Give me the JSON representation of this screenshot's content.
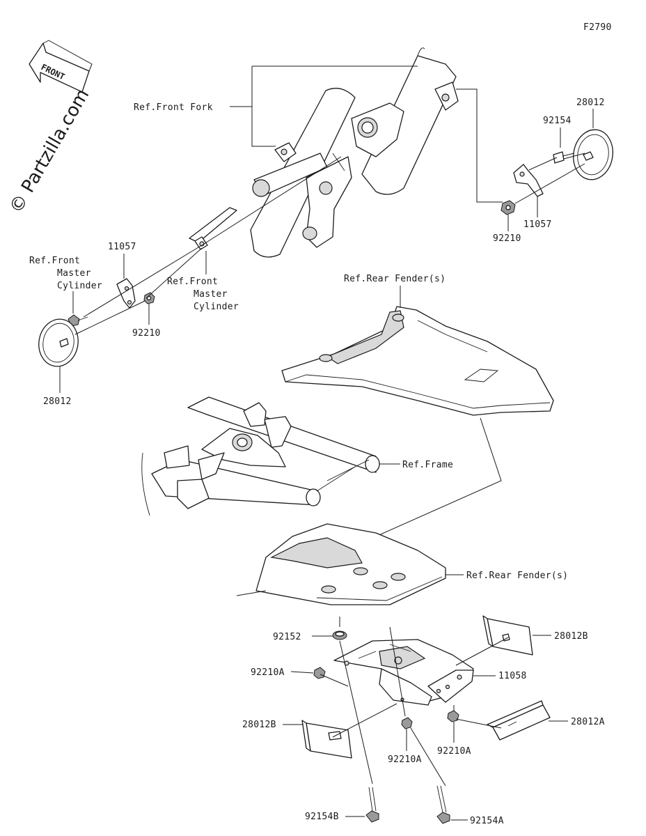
{
  "diagram_code": "F2790",
  "watermark": "© Partzilla.com",
  "direction_badge": "FRONT",
  "labels": {
    "ref_front_fork": "Ref.Front Fork",
    "ref_front_master_cyl_left_1": "Ref.Front",
    "ref_front_master_cyl_left_2": "Master",
    "ref_front_master_cyl_left_3": "Cylinder",
    "ref_front_master_cyl_mid_1": "Ref.Front",
    "ref_front_master_cyl_mid_2": "Master",
    "ref_front_master_cyl_mid_3": "Cylinder",
    "ref_rear_fender_top": "Ref.Rear Fender(s)",
    "ref_frame": "Ref.Frame",
    "ref_rear_fender_bottom": "Ref.Rear Fender(s)"
  },
  "part_numbers": {
    "p28012_top_right": "28012",
    "p92154_top_right": "92154",
    "p11057_right": "11057",
    "p92210_right": "92210",
    "p11057_left": "11057",
    "p92210_left": "92210",
    "p28012_left": "28012",
    "p92152": "92152",
    "p92210A_left": "92210A",
    "p28012B_right": "28012B",
    "p11058": "11058",
    "p28012B_left": "28012B",
    "p28012A": "28012A",
    "p92210A_mid": "92210A",
    "p92210A_right": "92210A",
    "p92154B": "92154B",
    "p92154A": "92154A"
  }
}
